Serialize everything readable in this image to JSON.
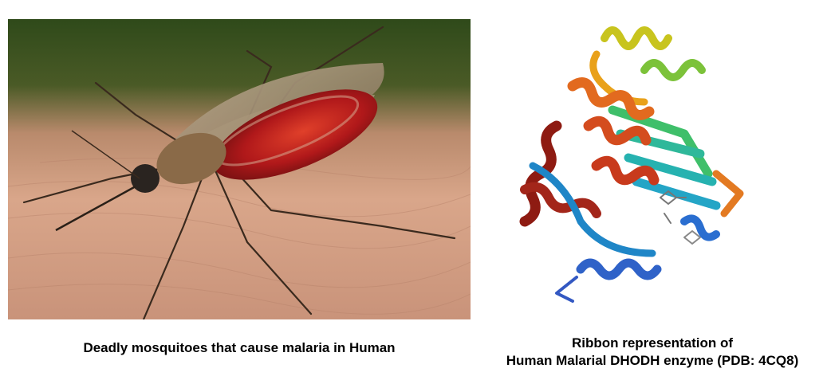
{
  "images": {
    "mosquito_photo": "photograph of a mosquito feeding on human skin",
    "protein_ribbon": "ribbon structure of a protein"
  },
  "captions": {
    "left": "Deadly mosquitoes that cause malaria in Human",
    "right_line1": "Ribbon representation of",
    "right_line2": "Human Malarial DHODH enzyme (PDB: 4CQ8)"
  },
  "colors": {
    "background": "#ffffff",
    "caption_text": "#000000"
  }
}
